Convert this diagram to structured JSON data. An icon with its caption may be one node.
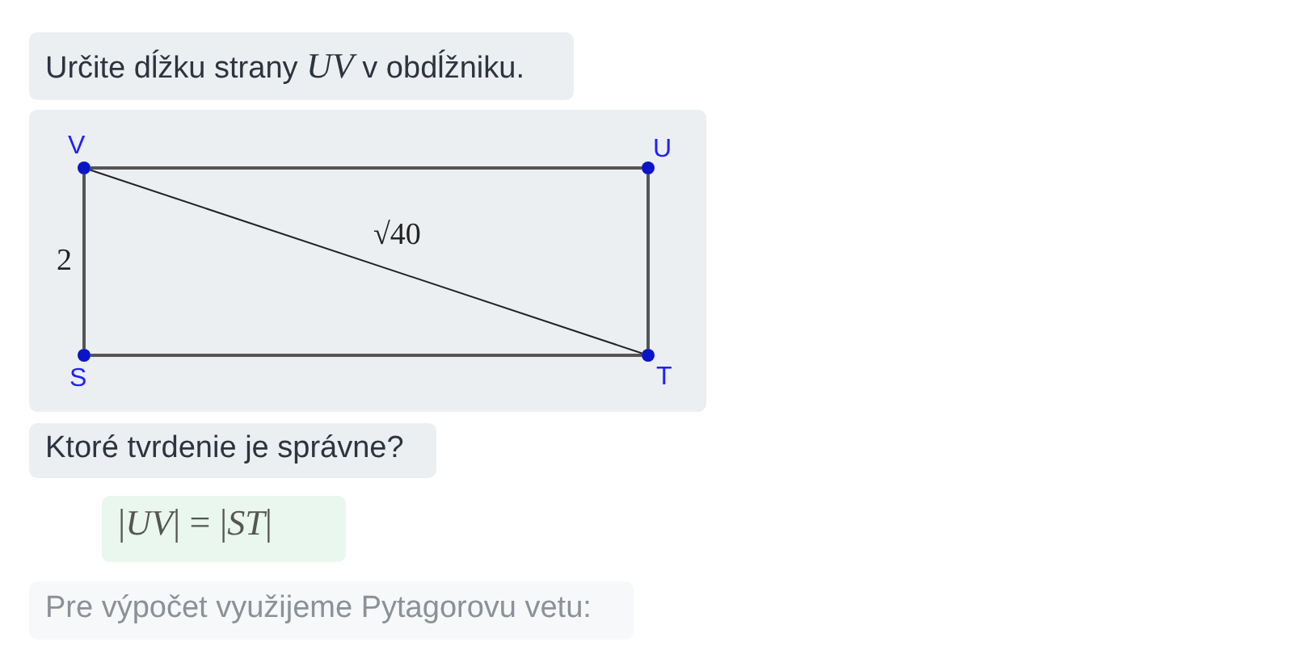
{
  "diagram": {
    "nodes": [
      {
        "text": [],
        "shape": "circle",
        "beside": [
          "V"
        ]
      },
      {
        "text": [],
        "shape": "circle",
        "beside": [
          "U"
        ]
      },
      {
        "text": [],
        "shape": "circle",
        "beside": [
          "S"
        ]
      },
      {
        "text": [],
        "shape": "circle",
        "beside": [
          "T"
        ]
      }
    ],
    "edges": [
      {
        "from": 0,
        "to": 1,
        "arrow": "none"
      },
      {
        "from": 1,
        "to": 3,
        "arrow": "none"
      },
      {
        "from": 3,
        "to": 2,
        "arrow": "none"
      },
      {
        "from": 2,
        "to": 0,
        "arrow": "none",
        "label": "2"
      },
      {
        "from": 0,
        "to": 3,
        "arrow": "none",
        "label": "√40"
      }
    ],
    "labels": [
      "Určite dĺžku strany *UV* v obdĺžniku.",
      "Ktoré tvrdenie je správne?",
      "|*UV*| = |*ST*|",
      "Pre výpočet využijeme Pytagorovu vetu:"
    ]
  }
}
